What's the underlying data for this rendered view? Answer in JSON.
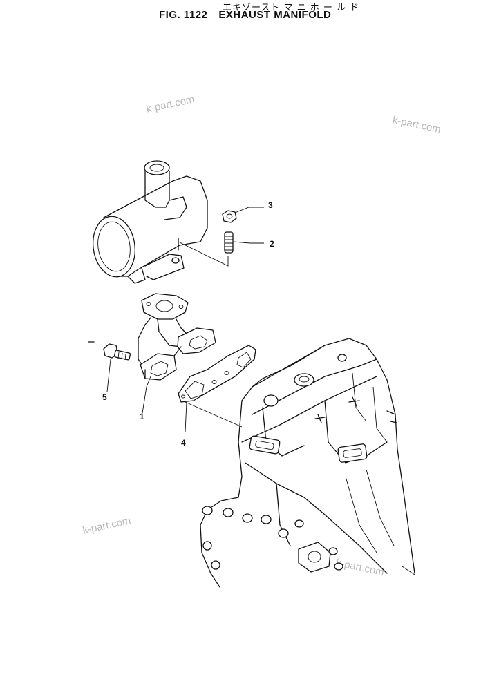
{
  "header": {
    "title_jp": "エキゾースト マ ニ ホ ー ル ド",
    "fig_label": "FIG. 1122",
    "fig_name": "EXHAUST MANIFOLD"
  },
  "watermarks": [
    "k-part.com",
    "k-part.com",
    "k-part.com",
    "k-part.com"
  ],
  "callouts": [
    {
      "number": "1",
      "part_icon": "exhaust-manifold-icon"
    },
    {
      "number": "2",
      "part_icon": "stud-bolt-icon"
    },
    {
      "number": "3",
      "part_icon": "hex-nut-icon"
    },
    {
      "number": "4",
      "part_icon": "manifold-gasket-icon"
    },
    {
      "number": "5",
      "part_icon": "hex-bolt-icon"
    }
  ],
  "colors": {
    "ink": "#111111",
    "watermark": "#b9b9b9",
    "paper": "#ffffff"
  }
}
